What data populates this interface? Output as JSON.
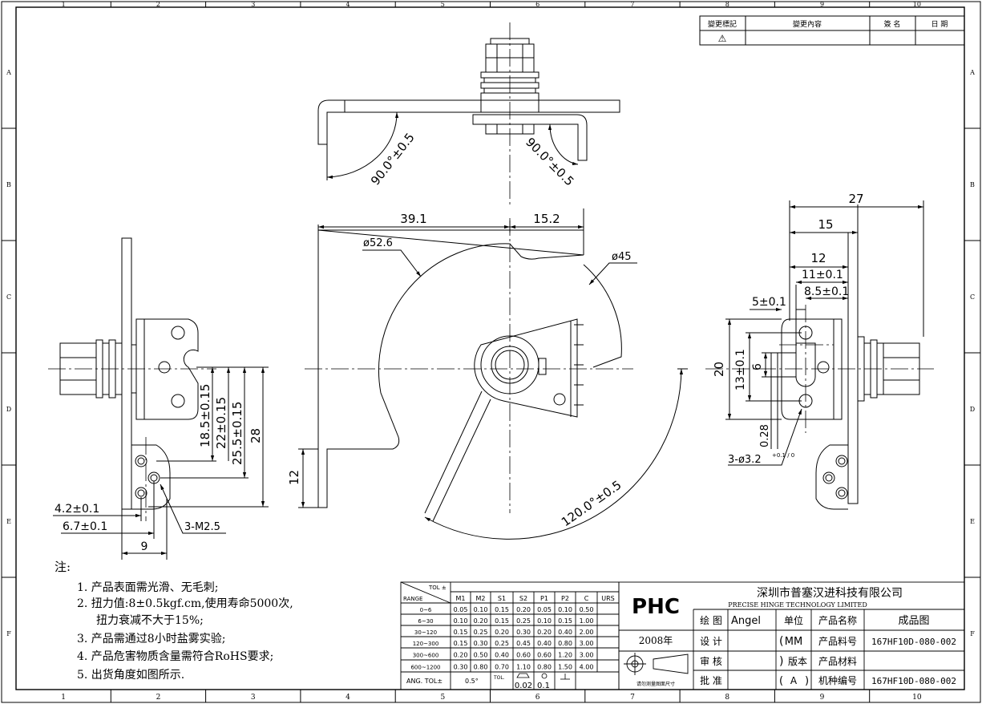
{
  "frame": {
    "col_labels": [
      "1",
      "2",
      "3",
      "4",
      "5",
      "6",
      "7",
      "8",
      "9",
      "10"
    ],
    "row_labels": [
      "A",
      "B",
      "C",
      "D",
      "E",
      "F"
    ]
  },
  "revision": {
    "headers": [
      "變更標記",
      "變更內容",
      "簽 名",
      "日 期"
    ],
    "mark": "⚠"
  },
  "dims_top": {
    "angle_left": "90.0°±0.5",
    "angle_right": "90.0°±0.5"
  },
  "dims_center": {
    "w_left": "39.1",
    "w_right": "15.2",
    "dia_outer": "ø52.6",
    "dia_inner": "ø45",
    "h_12": "12",
    "angle_bottom": "120.0°±0.5"
  },
  "dims_left": {
    "d_18_5": "18.5±0.15",
    "d_22": "22±0.15",
    "d_25_5": "25.5±0.15",
    "d_28": "28",
    "d_4_2": "4.2±0.1",
    "d_6_7": "6.7±0.1",
    "d_9": "9",
    "m2_5": "3-M2.5"
  },
  "dims_right": {
    "d_27": "27",
    "d_15": "15",
    "d_12": "12",
    "d_11": "11±0.1",
    "d_8_5": "8.5±0.1",
    "d_5": "5±0.1",
    "d_20": "20",
    "d_13": "13±0.1",
    "d_6": "6",
    "d_0_28": "0.28",
    "hole": "3-ø3.2",
    "hole_tol": "+0.1 / 0"
  },
  "notes": {
    "title": "注:",
    "items": [
      "1. 产品表面需光滑、无毛刺;",
      "2. 扭力值:8±0.5kgf.cm,使用寿命5000次,",
      "扭力衰减不大于15%;",
      "3. 产品需通过8小时盐雾实验;",
      "4. 产品危害物质含量需符合RoHS要求;",
      "5. 出货角度如图所示."
    ]
  },
  "tolerance_table": {
    "corner_tol": "TOL ±",
    "corner_range": "RANGE",
    "columns": [
      "M1",
      "M2",
      "S1",
      "S2",
      "P1",
      "P2",
      "C",
      "URS"
    ],
    "rows": [
      {
        "range": "0~6",
        "vals": [
          "0.05",
          "0.10",
          "0.15",
          "0.20",
          "0.05",
          "0.10",
          "0.50",
          ""
        ]
      },
      {
        "range": "6~30",
        "vals": [
          "0.10",
          "0.20",
          "0.15",
          "0.25",
          "0.10",
          "0.15",
          "1.00",
          ""
        ]
      },
      {
        "range": "30~120",
        "vals": [
          "0.15",
          "0.25",
          "0.20",
          "0.30",
          "0.20",
          "0.40",
          "2.00",
          ""
        ]
      },
      {
        "range": "120~300",
        "vals": [
          "0.15",
          "0.30",
          "0.25",
          "0.45",
          "0.40",
          "0.80",
          "3.00",
          ""
        ]
      },
      {
        "range": "300~600",
        "vals": [
          "0.20",
          "0.50",
          "0.40",
          "0.60",
          "0.60",
          "1.20",
          "3.00",
          ""
        ]
      },
      {
        "range": "600~1200",
        "vals": [
          "0.30",
          "0.80",
          "0.70",
          "1.10",
          "0.80",
          "1.50",
          "4.00",
          ""
        ]
      }
    ],
    "ang_label": "ANG. TOL±",
    "ang_value": "0.5°",
    "geo_label": "TOL.",
    "geo_values": [
      "0.02",
      "0.1"
    ]
  },
  "title_block": {
    "logo": "PHC",
    "company_cn": "深圳市普塞汉进科技有限公司",
    "company_en": "PRECISE HINGE TECHNOLOGY LIMITED",
    "year": "2008年",
    "projection_note": "请勿测量图面尺寸",
    "labels": {
      "draw": "绘 图",
      "design": "设 计",
      "review": "审 核",
      "approve": "批 准",
      "unit": "单位",
      "version": "版本",
      "product_name": "产品名称",
      "part_no": "产品料号",
      "material": "产品材料",
      "machine_no": "机种编号"
    },
    "values": {
      "drawer": "Angel",
      "unit": "MM",
      "version": "A",
      "product_name": "成品图",
      "part_no": "167HF10D-080-002",
      "material": "",
      "machine_no": "167HF10D-080-002"
    }
  }
}
